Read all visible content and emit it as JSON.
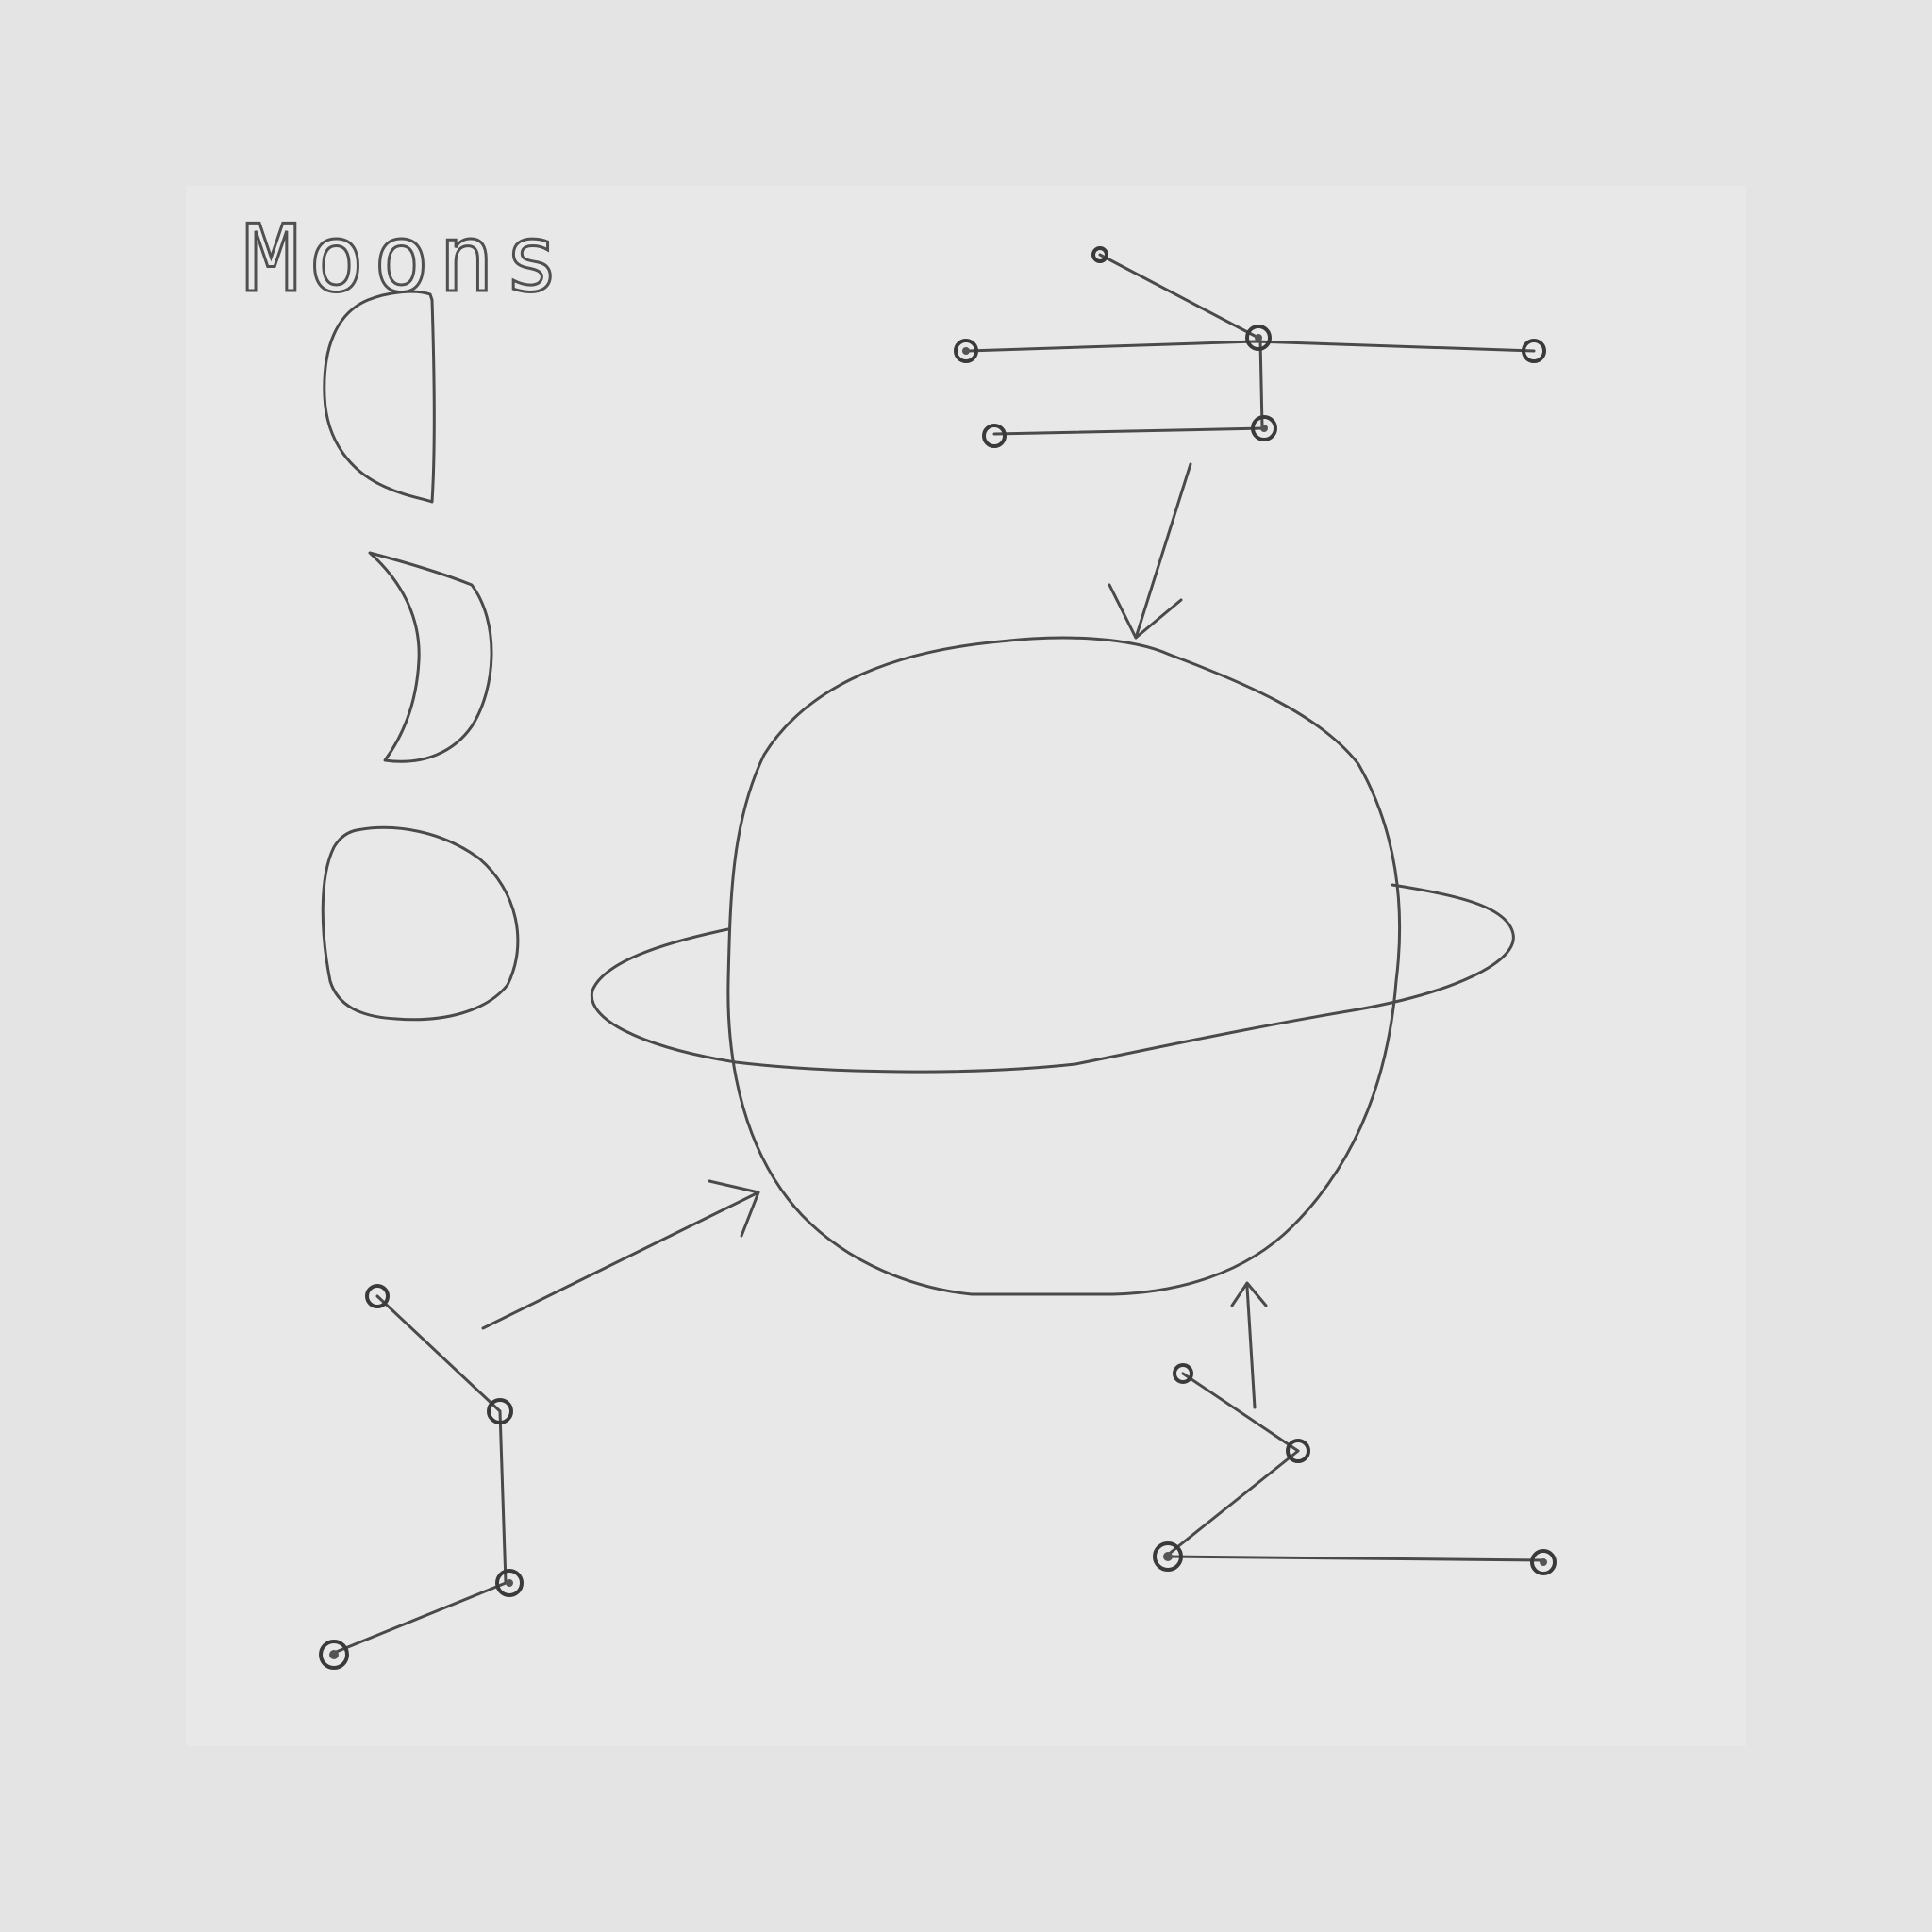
{
  "title": "Moons",
  "colors": {
    "background": "#e4e4e4",
    "paper": "#e8e8e8",
    "pencil": "#4a4a4a"
  },
  "moon_phases": [
    "half-moon",
    "crescent-moon",
    "gibbous-moon"
  ],
  "constellations": 3
}
